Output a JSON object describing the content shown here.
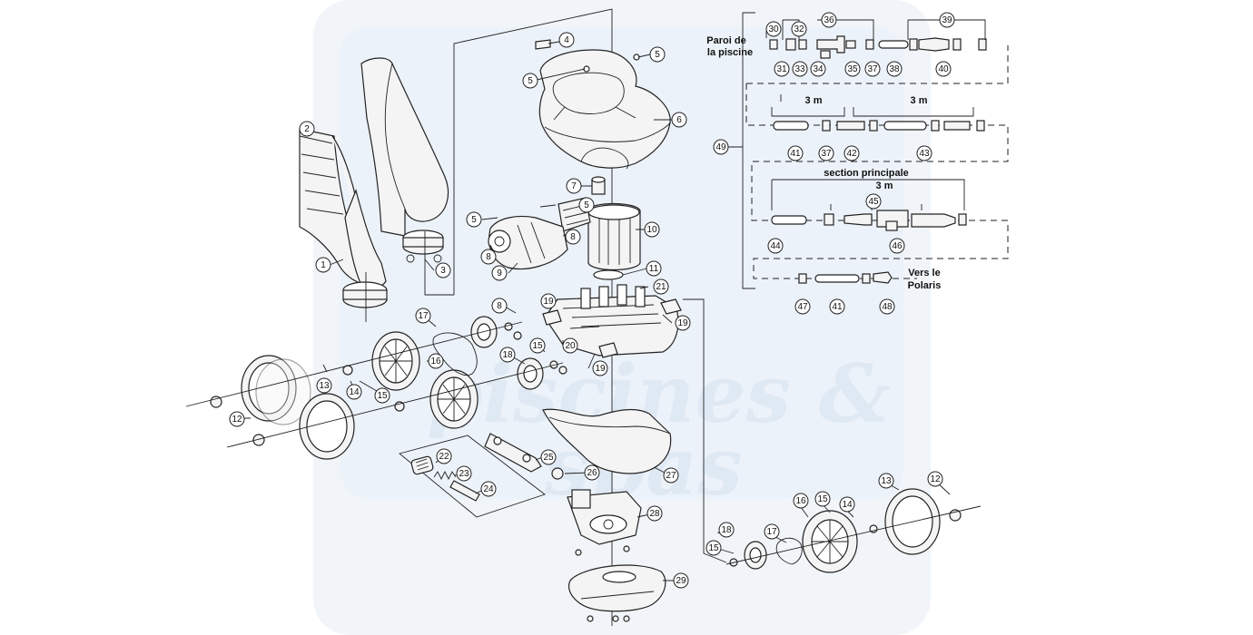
{
  "watermark": {
    "line1": "piscines &",
    "line2": "spas"
  },
  "notes": {
    "pool_wall": [
      "Paroi de",
      "la piscine"
    ],
    "length_a": "3 m",
    "length_b": "3 m",
    "main_section": "section principale",
    "length_c": "3 m",
    "to_polaris": [
      "Vers le",
      "Polaris"
    ]
  },
  "callouts": [
    {
      "id": "c1",
      "text": "1"
    },
    {
      "id": "c2",
      "text": "2"
    },
    {
      "id": "c3",
      "text": "3"
    },
    {
      "id": "c4",
      "text": "4"
    },
    {
      "id": "c5a",
      "text": "5"
    },
    {
      "id": "c5b",
      "text": "5"
    },
    {
      "id": "c5c",
      "text": "5"
    },
    {
      "id": "c5d",
      "text": "5"
    },
    {
      "id": "c6",
      "text": "6"
    },
    {
      "id": "c7",
      "text": "7"
    },
    {
      "id": "c8a",
      "text": "8"
    },
    {
      "id": "c8b",
      "text": "8"
    },
    {
      "id": "c8c",
      "text": "8"
    },
    {
      "id": "c9",
      "text": "9"
    },
    {
      "id": "c10",
      "text": "10"
    },
    {
      "id": "c11",
      "text": "11"
    },
    {
      "id": "c12a",
      "text": "12"
    },
    {
      "id": "c12b",
      "text": "12"
    },
    {
      "id": "c13a",
      "text": "13"
    },
    {
      "id": "c13b",
      "text": "13"
    },
    {
      "id": "c14a",
      "text": "14"
    },
    {
      "id": "c14b",
      "text": "14"
    },
    {
      "id": "c15a",
      "text": "15"
    },
    {
      "id": "c15b",
      "text": "15"
    },
    {
      "id": "c15c",
      "text": "15"
    },
    {
      "id": "c15d",
      "text": "15"
    },
    {
      "id": "c16a",
      "text": "16"
    },
    {
      "id": "c16b",
      "text": "16"
    },
    {
      "id": "c17a",
      "text": "17"
    },
    {
      "id": "c17b",
      "text": "17"
    },
    {
      "id": "c18a",
      "text": "18"
    },
    {
      "id": "c18b",
      "text": "18"
    },
    {
      "id": "c19a",
      "text": "19"
    },
    {
      "id": "c19b",
      "text": "19"
    },
    {
      "id": "c19c",
      "text": "19"
    },
    {
      "id": "c20",
      "text": "20"
    },
    {
      "id": "c21",
      "text": "21"
    },
    {
      "id": "c22",
      "text": "22"
    },
    {
      "id": "c23",
      "text": "23"
    },
    {
      "id": "c24",
      "text": "24"
    },
    {
      "id": "c25",
      "text": "25"
    },
    {
      "id": "c26",
      "text": "26"
    },
    {
      "id": "c27",
      "text": "27"
    },
    {
      "id": "c28",
      "text": "28"
    },
    {
      "id": "c29",
      "text": "29"
    },
    {
      "id": "c30",
      "text": "30"
    },
    {
      "id": "c31",
      "text": "31"
    },
    {
      "id": "c32",
      "text": "32"
    },
    {
      "id": "c33",
      "text": "33"
    },
    {
      "id": "c34",
      "text": "34"
    },
    {
      "id": "c35",
      "text": "35"
    },
    {
      "id": "c36",
      "text": "36"
    },
    {
      "id": "c37a",
      "text": "37"
    },
    {
      "id": "c37b",
      "text": "37"
    },
    {
      "id": "c38",
      "text": "38"
    },
    {
      "id": "c39",
      "text": "39"
    },
    {
      "id": "c40",
      "text": "40"
    },
    {
      "id": "c41a",
      "text": "41"
    },
    {
      "id": "c41b",
      "text": "41"
    },
    {
      "id": "c42",
      "text": "42"
    },
    {
      "id": "c43",
      "text": "43"
    },
    {
      "id": "c44",
      "text": "44"
    },
    {
      "id": "c45",
      "text": "45"
    },
    {
      "id": "c46",
      "text": "46"
    },
    {
      "id": "c47",
      "text": "47"
    },
    {
      "id": "c48",
      "text": "48"
    },
    {
      "id": "c49",
      "text": "49"
    }
  ]
}
